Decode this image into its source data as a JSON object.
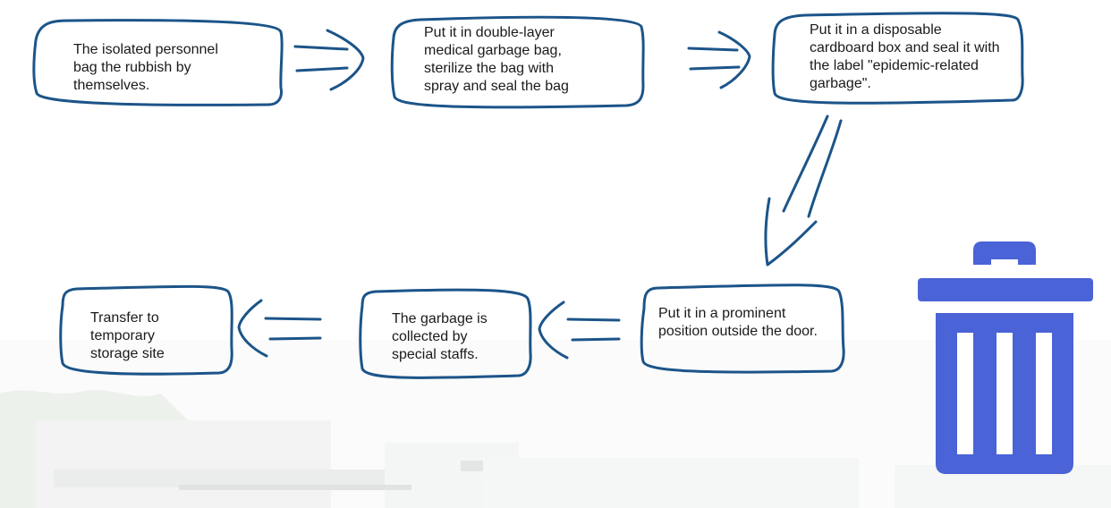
{
  "title": "",
  "steps": [
    {
      "id": 1,
      "text": "The isolated personnel\nbag the rubbish by\nthemselves."
    },
    {
      "id": 2,
      "text": "Put it in double-layer\nmedical garbage bag,\nsterilize the bag  with\nspray and seal the bag"
    },
    {
      "id": 3,
      "text": "Put it in a disposable\ncardboard box and seal it with\nthe label \"epidemic-related\ngarbage\"."
    },
    {
      "id": 4,
      "text": "Put it in a prominent\nposition outside the door."
    },
    {
      "id": 5,
      "text": "The garbage is\ncollected by\nspecial staffs."
    },
    {
      "id": 6,
      "text": "Transfer to\ntemporary\nstorage site"
    }
  ],
  "flow": [
    {
      "from": 1,
      "to": 2,
      "direction": "right"
    },
    {
      "from": 2,
      "to": 3,
      "direction": "right"
    },
    {
      "from": 3,
      "to": 4,
      "direction": "down"
    },
    {
      "from": 4,
      "to": 5,
      "direction": "left"
    },
    {
      "from": 5,
      "to": 6,
      "direction": "left"
    }
  ],
  "colors": {
    "stroke": "#1c5489",
    "icon": "#4a63d6",
    "text": "#1a1a1a",
    "background": "#ffffff"
  },
  "icons": {
    "trash": "trash-can-icon"
  }
}
